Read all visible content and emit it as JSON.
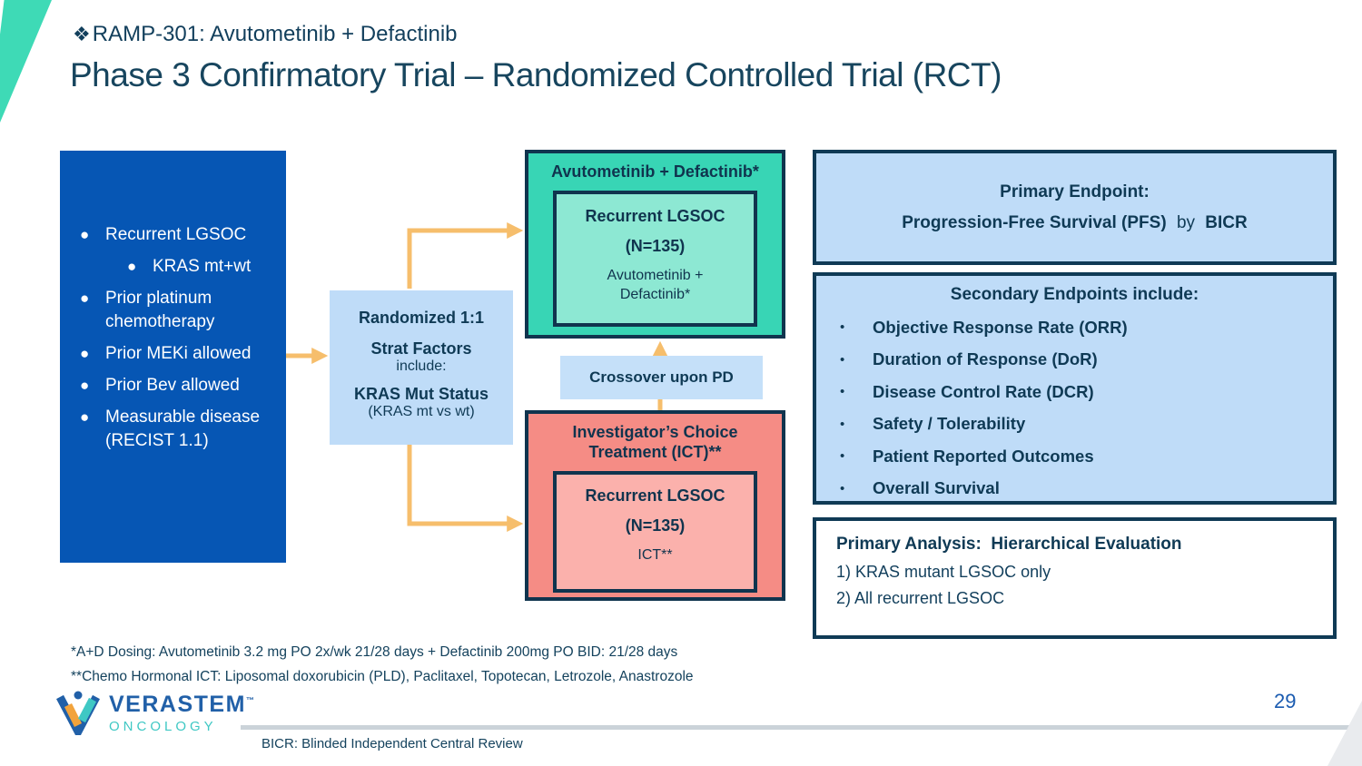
{
  "slide": {
    "kicker_bullet": "❖",
    "kicker": "RAMP-301: Avutometinib + Defactinib",
    "title": "Phase 3 Confirmatory Trial – Randomized Controlled Trial (RCT)",
    "page_number": "29"
  },
  "ui": {
    "bullet": "●",
    "small_bullet": "•"
  },
  "eligibility": {
    "items": [
      {
        "text": "Recurrent LGSOC",
        "level": 1
      },
      {
        "text": "KRAS mt+wt",
        "level": 2
      },
      {
        "text": "Prior platinum chemotherapy",
        "level": 1
      },
      {
        "text": "Prior MEKi allowed",
        "level": 1
      },
      {
        "text": "Prior Bev allowed",
        "level": 1
      },
      {
        "text": "Measurable disease (RECIST 1.1)",
        "level": 1
      }
    ]
  },
  "randomization": {
    "line1": "Randomized 1:1",
    "line2": "Strat Factors",
    "line3": "include:",
    "line4": "KRAS Mut Status",
    "line5": "(KRAS mt vs wt)"
  },
  "arm_experimental": {
    "header": "Avutometinib + Defactinib*",
    "population": "Recurrent LGSOC",
    "n": "(N=135)",
    "treatment": "Avutometinib + Defactinib*"
  },
  "crossover": {
    "label": "Crossover upon PD"
  },
  "arm_control": {
    "header": "Investigator’s Choice Treatment (ICT)**",
    "population": "Recurrent LGSOC",
    "n": "(N=135)",
    "treatment": "ICT**"
  },
  "primary_endpoint": {
    "title": "Primary Endpoint:",
    "bold1": "Progression-Free Survival (PFS)",
    "mid": "by",
    "bold2": "BICR"
  },
  "secondary_endpoints": {
    "title": "Secondary Endpoints include:",
    "items": [
      "Objective Response Rate (ORR)",
      "Duration of Response (DoR)",
      "Disease Control Rate (DCR)",
      "Safety / Tolerability",
      "Patient Reported Outcomes",
      "Overall Survival"
    ]
  },
  "primary_analysis": {
    "title": "Primary Analysis:  Hierarchical Evaluation",
    "items": [
      "1) KRAS mutant LGSOC only",
      "2) All recurrent LGSOC"
    ]
  },
  "footnotes": {
    "line1": "*A+D Dosing: Avutometinib 3.2 mg PO 2x/wk 21/28 days + Defactinib 200mg PO BID: 21/28 days",
    "line2": "**Chemo Hormonal ICT: Liposomal doxorubicin (PLD), Paclitaxel, Topotecan, Letrozole, Anastrozole"
  },
  "footer": {
    "logo_name": "VERASTEM",
    "logo_tm": "™",
    "logo_sub": "ONCOLOGY",
    "abbreviation": "BICR: Blinded Independent Central Review"
  },
  "colors": {
    "navy": "#0F3A55",
    "eligibility_blue": "#0656B4",
    "light_blue": "#BFDCF8",
    "arm_green": "#38D5B5",
    "arm_green_light": "#8DE8D3",
    "arm_salmon": "#F58C85",
    "arm_salmon_light": "#FBB1AC",
    "arrow_orange": "#F6BE6C",
    "corner_teal": "#3EDAB6",
    "logo_blue": "#2160A8",
    "logo_teal": "#3FC8C4",
    "page_blue": "#1A5BB0"
  }
}
